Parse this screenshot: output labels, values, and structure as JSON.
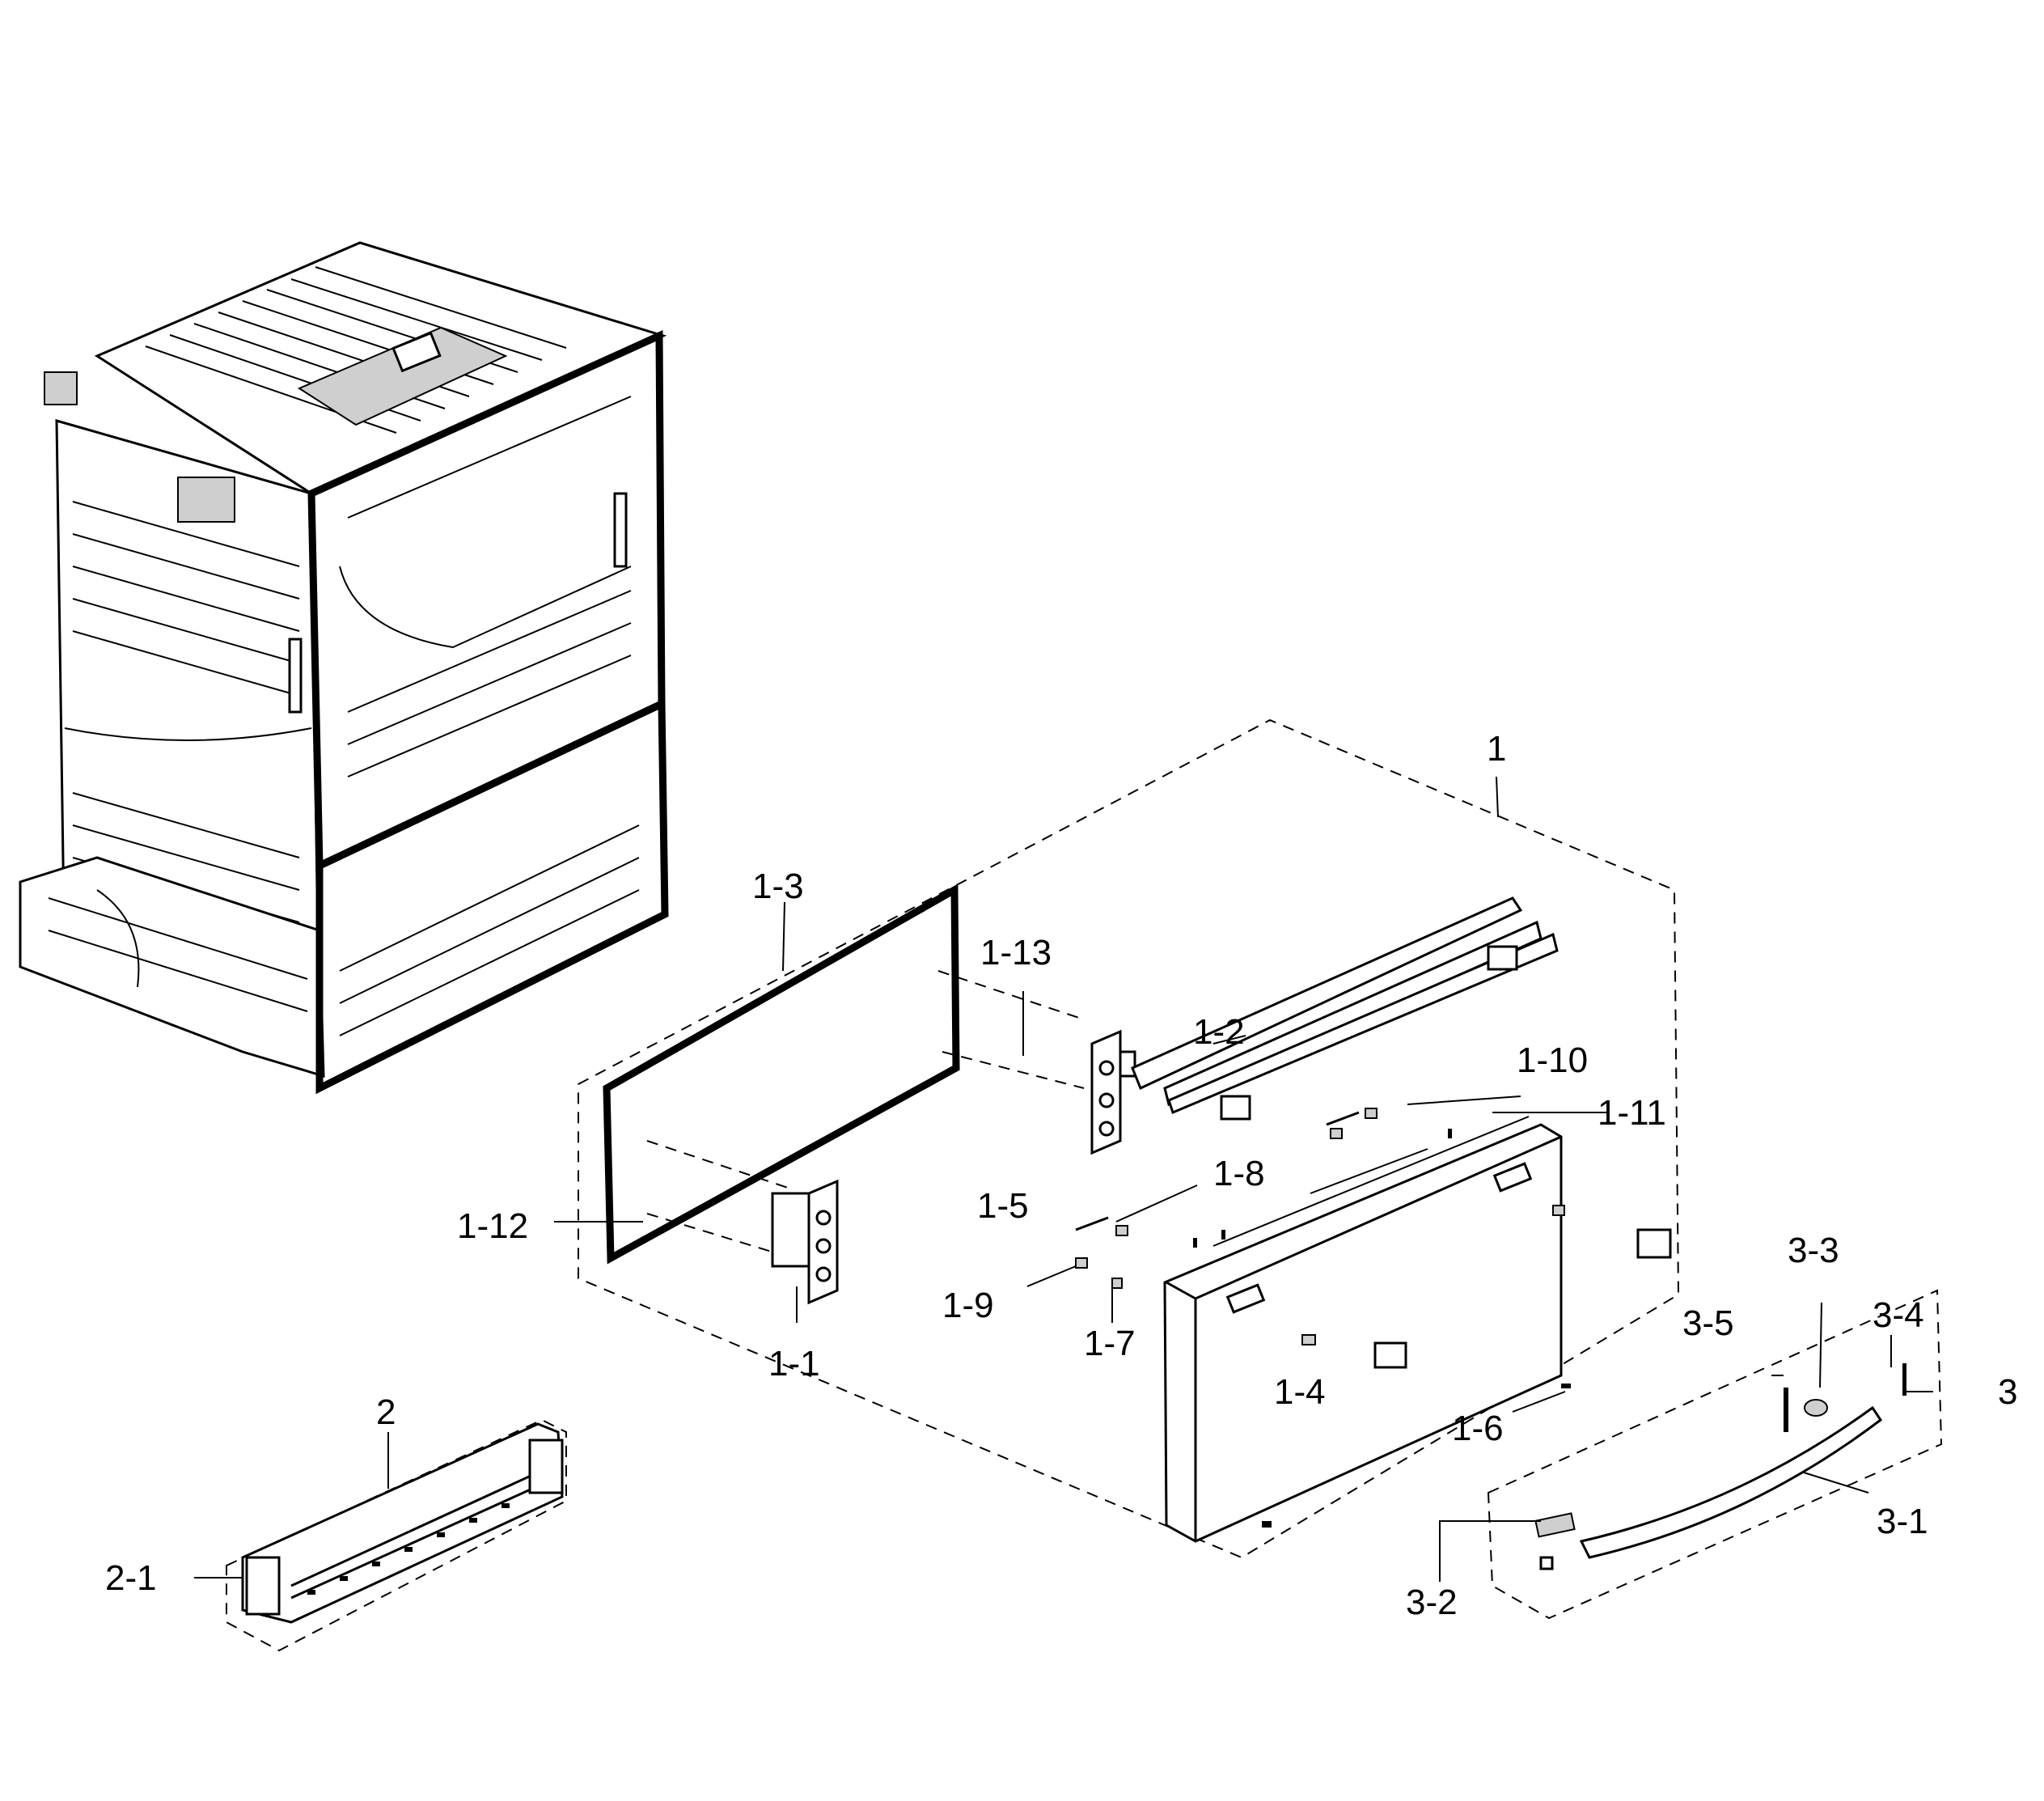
{
  "labels": {
    "l1": "1",
    "l1_1": "1-1",
    "l1_2": "1-2",
    "l1_3": "1-3",
    "l1_4": "1-4",
    "l1_5": "1-5",
    "l1_6": "1-6",
    "l1_7": "1-7",
    "l1_8": "1-8",
    "l1_9": "1-9",
    "l1_10": "1-10",
    "l1_11": "1-11",
    "l1_12": "1-12",
    "l1_13": "1-13",
    "l2": "2",
    "l2_1": "2-1",
    "l3": "3",
    "l3_1": "3-1",
    "l3_2": "3-2",
    "l3_3": "3-3",
    "l3_4": "3-4",
    "l3_5": "3-5"
  },
  "colors": {
    "ink": "#000000",
    "paper": "#ffffff",
    "shade": "#cfcfcf"
  }
}
